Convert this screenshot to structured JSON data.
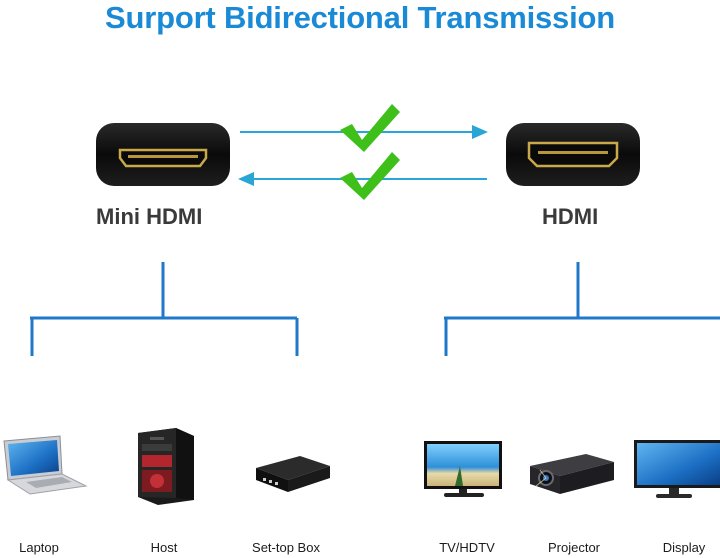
{
  "title": "Surport Bidirectional Transmission",
  "connectors": {
    "left": "Mini HDMI",
    "right": "HDMI"
  },
  "devices": {
    "left": [
      "Laptop",
      "Host",
      "Set-top Box"
    ],
    "right": [
      "TV/HDTV",
      "Projector",
      "Display"
    ]
  },
  "colors": {
    "title": "#1a8ad6",
    "arrow": "#2aa6d6",
    "tree": "#1f78c8",
    "check": "#3fbf1a"
  }
}
